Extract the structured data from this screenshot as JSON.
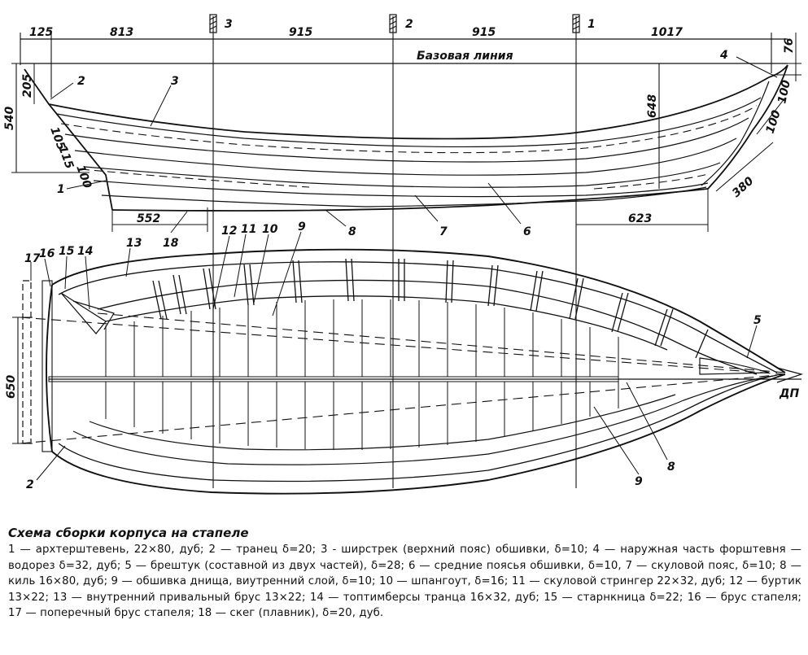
{
  "side_view": {
    "dimensions": {
      "top": [
        "125",
        "813",
        "915",
        "915",
        "1017"
      ],
      "stations": [
        "3",
        "2",
        "1"
      ],
      "base_line": "Базовая линия",
      "right_76": "76",
      "left_540": "540",
      "left_205": "205",
      "mid_648": "648",
      "d_105": "105",
      "d_115": "115",
      "d_100a": "100",
      "bow_100a": "100",
      "bow_100b": "100",
      "bow_380": "380",
      "bottom_552": "552",
      "bottom_623": "623"
    },
    "callouts": [
      "1",
      "2",
      "3",
      "4",
      "6",
      "7",
      "8",
      "18"
    ]
  },
  "plan_view": {
    "callouts": [
      "17",
      "16",
      "15",
      "14",
      "13",
      "12",
      "11",
      "10",
      "9",
      "5",
      "2",
      "8",
      "9"
    ],
    "dim_650": "650",
    "centerline_label": "ДП"
  },
  "caption": {
    "title": "Схема сборки корпуса на стапеле",
    "body": "1 — архтерштевень, 22×80, дуб; 2 — транец δ=20; 3 - ширстрек (верхний пояс) обшивки, δ=10; 4 — наружная часть форштевня — водорез δ=32, дуб; 5 — брештук (составной из двух частей), δ=28; 6 — средние поясья обшивки, δ=10, 7 — скуловой пояс, δ=10; 8 — киль 16×80, дуб; 9 — обшивка днища, виутренний слой, δ=10; 10 — шпангоут, δ=16; 11 — скуловой стрингер 22×32, дуб; 12 — буртик 13×22; 13 — внутренний привальный брус 13×22; 14 — топтимберсы транца 16×32, дуб; 15 — старнкница δ=22; 16 — брус стапеля; 17 — поперечный брус стапеля; 18 — скег (плавник), δ=20, дуб."
  }
}
